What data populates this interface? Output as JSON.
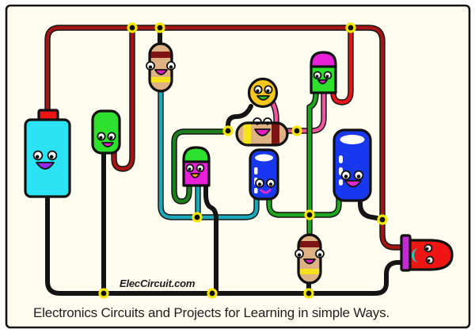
{
  "illustration": {
    "watermark": "ElecCircuit.com",
    "caption": "Electronics Circuits and Projects for Learning in simple Ways."
  },
  "colors": {
    "canvas_background": "#FFFDF0",
    "frame_border": "#151515",
    "wire_dark_red": "#A31414",
    "wire_red": "#E8141C",
    "wire_black": "#141414",
    "wire_teal": "#1BA8B8",
    "wire_green": "#1FA41F",
    "wire_dark_green": "#1E7E1E",
    "wire_pink": "#F0569E",
    "junction_yellow": "#F5E600",
    "battery_cyan": "#2BE3F2",
    "battery_cap_red": "#EE1414",
    "led_green": "#2EE02E",
    "led_magenta": "#E820D8",
    "led_red": "#EE1515",
    "led_flange_purple": "#C32BD5",
    "capacitor_blue": "#1838F0",
    "resistor_tan": "#DFB284",
    "band_dark_red": "#7E1414",
    "band_yellow": "#F2E31C",
    "ball_yellow": "#F8C71C"
  },
  "components": [
    {
      "id": "battery",
      "kind": "battery-character",
      "body_color": "cyan"
    },
    {
      "id": "led-1",
      "kind": "led-character",
      "body_color": "green"
    },
    {
      "id": "resistor-1",
      "kind": "resistor-character",
      "bands": [
        "dark-red",
        "yellow"
      ]
    },
    {
      "id": "lamp-1",
      "kind": "round-lamp-character",
      "body_color": "yellow"
    },
    {
      "id": "resistor-2",
      "kind": "resistor-character",
      "bands": [
        "yellow",
        "dark-red"
      ]
    },
    {
      "id": "led-2",
      "kind": "led-character",
      "body_color": "green",
      "cap_color": "magenta"
    },
    {
      "id": "led-3",
      "kind": "led-character",
      "body_color": "magenta",
      "cap_color": "green"
    },
    {
      "id": "capacitor-1",
      "kind": "capacitor-character",
      "body_color": "blue"
    },
    {
      "id": "capacitor-2",
      "kind": "capacitor-character",
      "body_color": "blue"
    },
    {
      "id": "resistor-3",
      "kind": "resistor-character",
      "bands": [
        "dark-red",
        "yellow"
      ]
    },
    {
      "id": "led-4",
      "kind": "led-character",
      "body_color": "red"
    }
  ]
}
